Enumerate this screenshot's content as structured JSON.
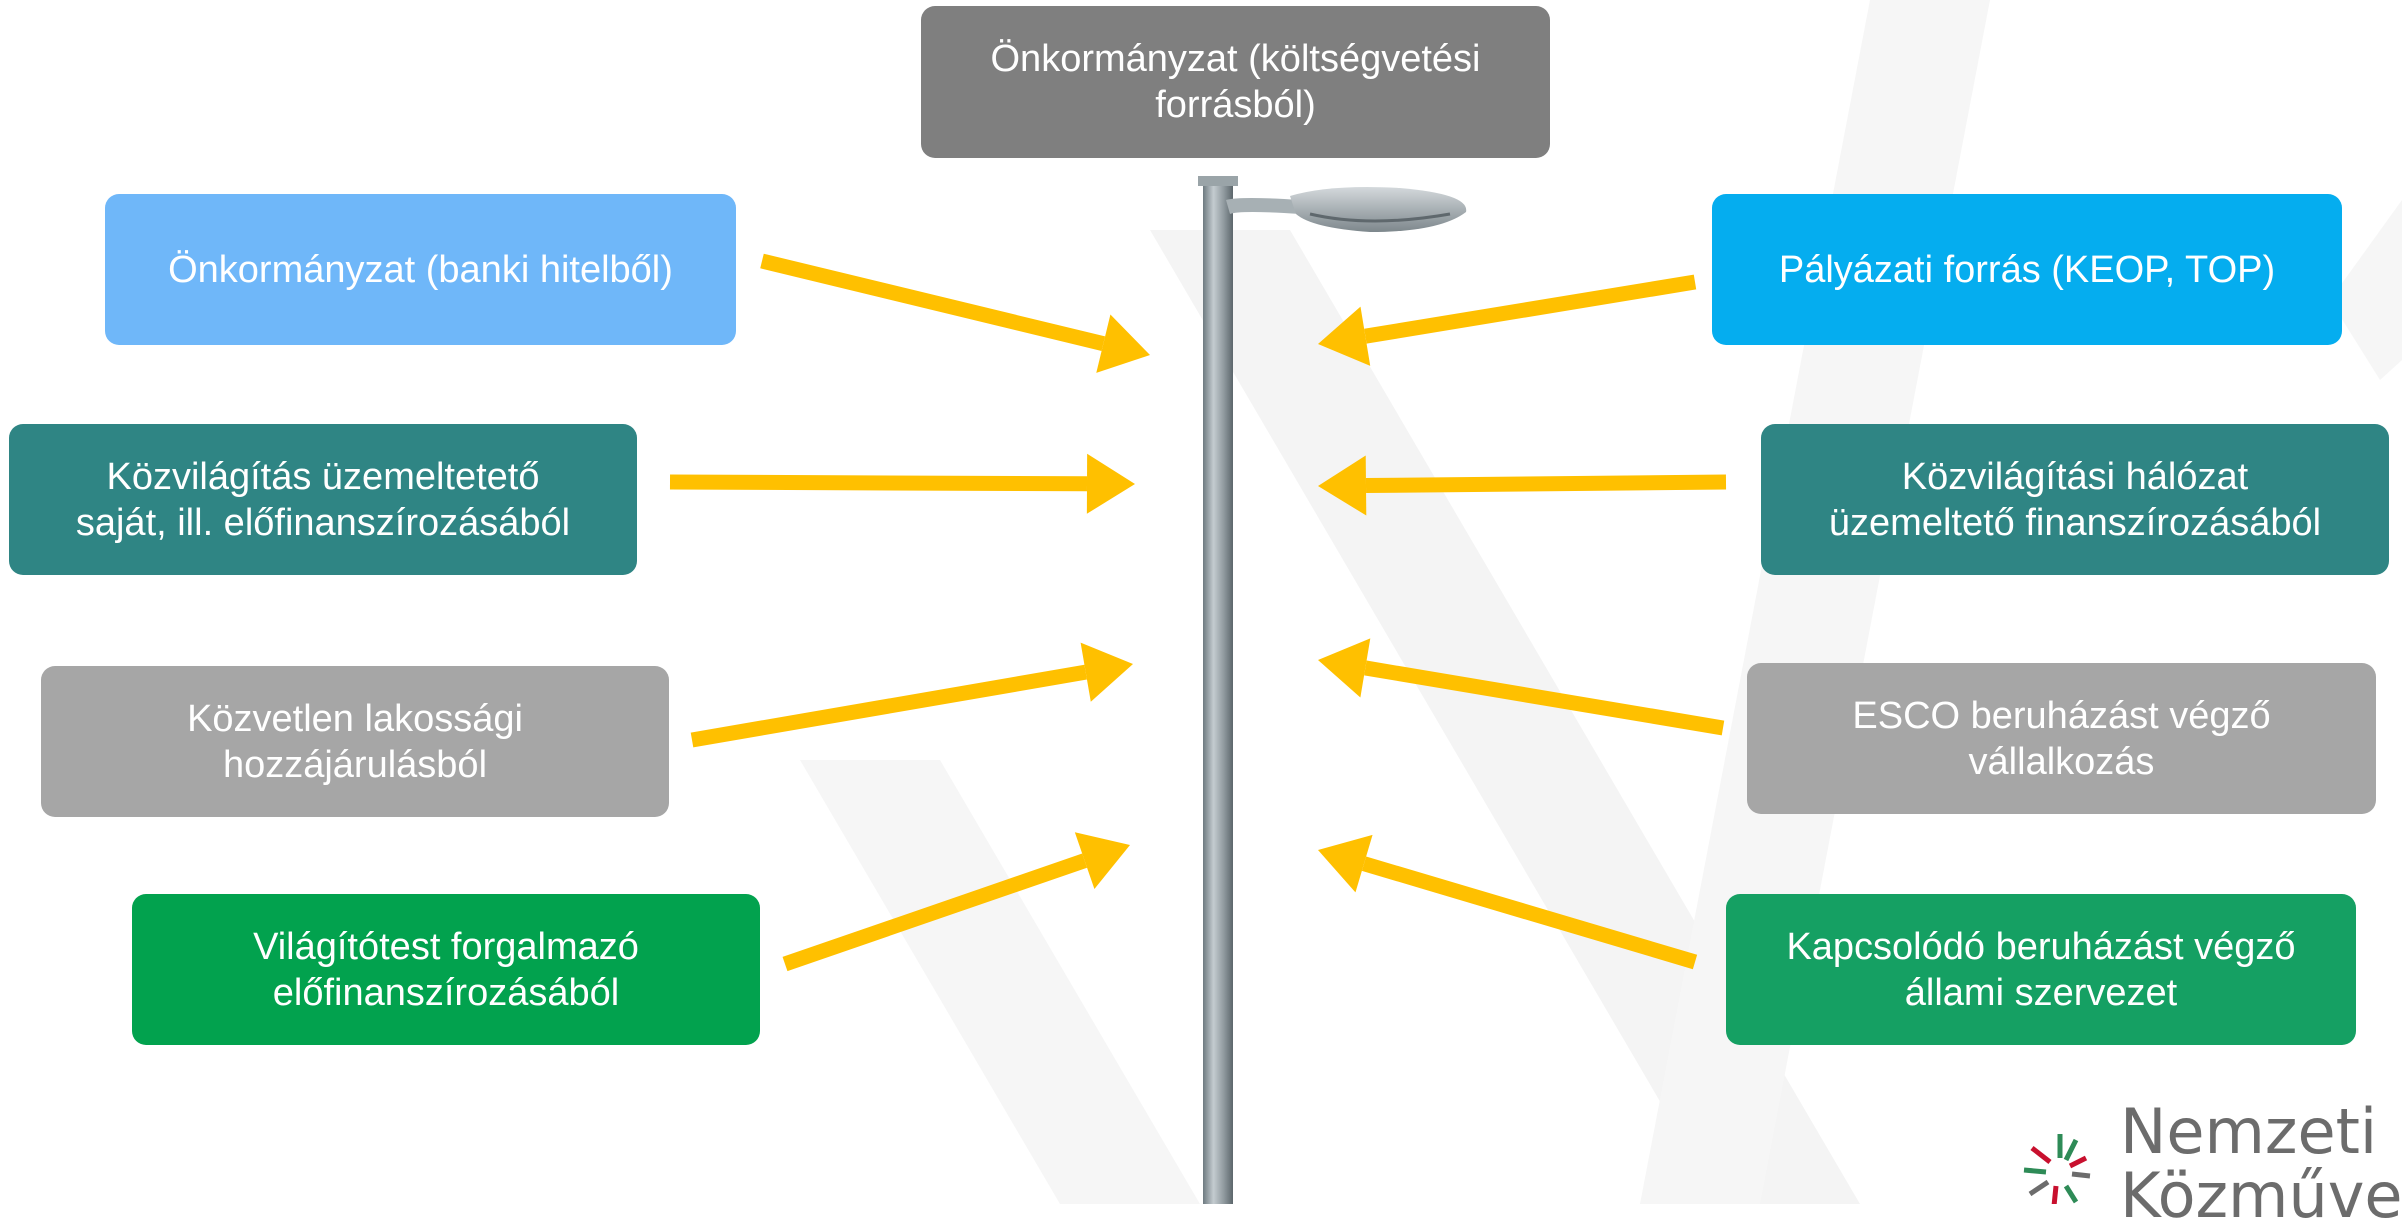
{
  "diagram": {
    "center_box": {
      "label": "Önkormányzat (költségvetési\nforrásból)",
      "color": "#7f7f7f"
    },
    "left_boxes": [
      {
        "label": "Önkormányzat (banki hitelből)",
        "color": "#6fb7f9"
      },
      {
        "label": "Közvilágítás üzemeltetető\nsaját, ill. előfinanszírozásából",
        "color": "#2f8584"
      },
      {
        "label": "Közvetlen lakossági\nhozzájárulásból",
        "color": "#a6a6a6"
      },
      {
        "label": "Világítótest forgalmazó\nelőfinanszírozásából",
        "color": "#02a24e"
      }
    ],
    "right_boxes": [
      {
        "label": "Pályázati forrás (KEOP, TOP)",
        "color": "#05adef"
      },
      {
        "label": "Közvilágítási hálózat\nüzemeltető finanszírozásából",
        "color": "#2f8584"
      },
      {
        "label": "ESCO beruházást végző\nvállalkozás",
        "color": "#a6a6a6"
      },
      {
        "label": "Kapcsolódó beruházást végző\nállami szervezet",
        "color": "#15a063"
      }
    ],
    "arrow_color": "#ffc000",
    "central_image": "street-lamp"
  },
  "logo": {
    "text": "Nemzeti\nKözművek",
    "icon": "starburst-logo-icon",
    "colors": [
      "#c8102e",
      "#2e8b57",
      "#6c6c6c"
    ]
  }
}
